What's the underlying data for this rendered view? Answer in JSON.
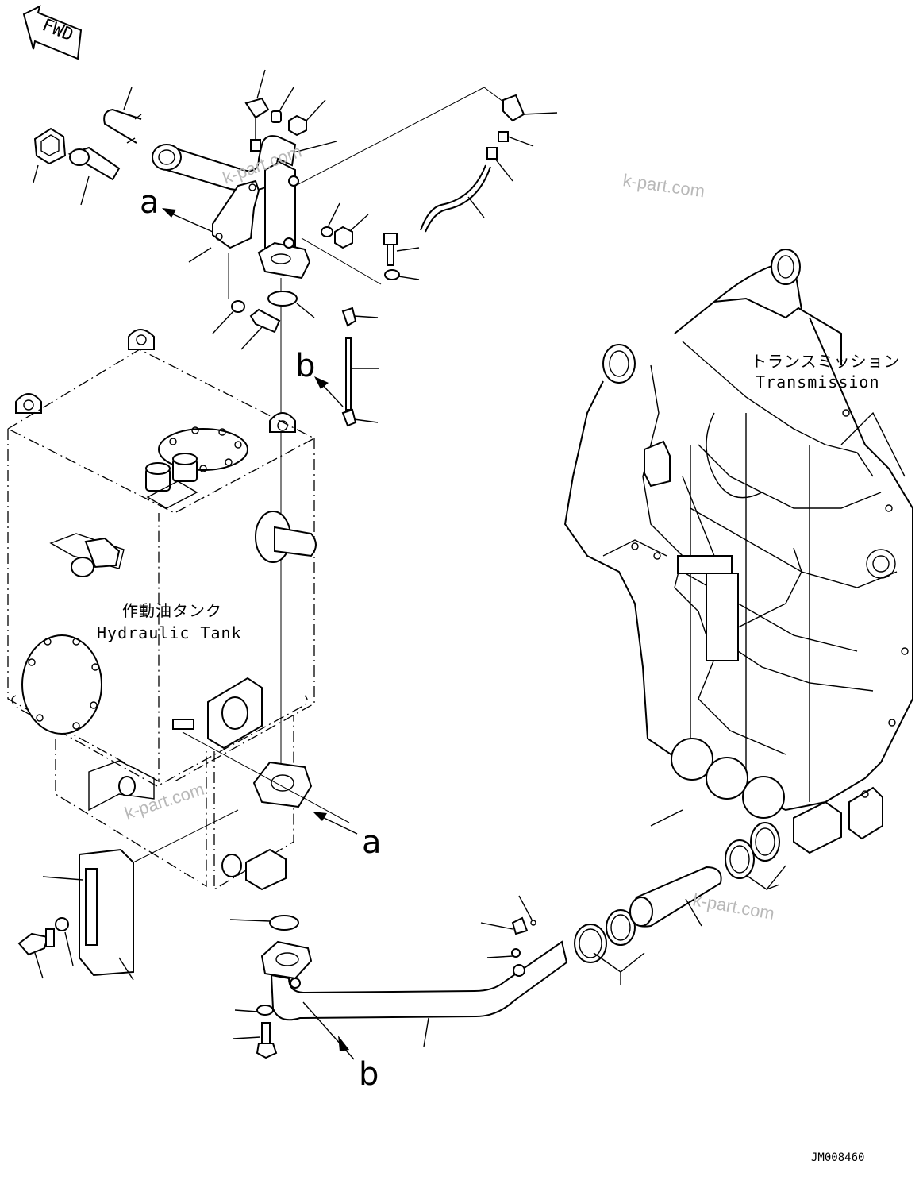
{
  "labels": {
    "fwd": "FWD",
    "hydraulic_tank_jp": "作動油タンク",
    "hydraulic_tank_en": "Hydraulic Tank",
    "transmission_jp": "トランスミッション",
    "transmission_en": "Transmission",
    "drawing_code": "JM008460"
  },
  "callouts": {
    "a_top": "a",
    "a_bottom": "a",
    "b_top": "b",
    "b_bottom": "b"
  },
  "watermarks": [
    "k-part.com",
    "k-part.com",
    "k-part.com",
    "k-part.com"
  ]
}
